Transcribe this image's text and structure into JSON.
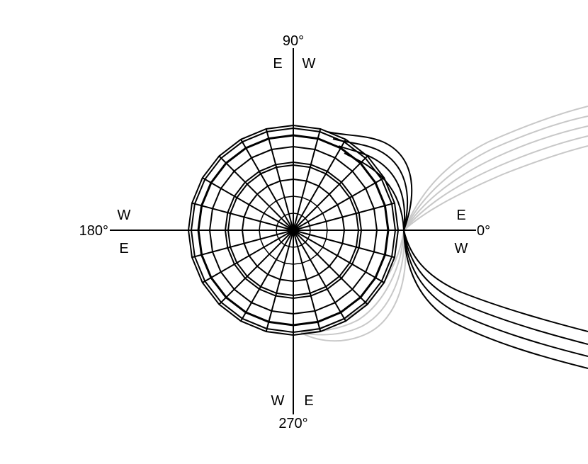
{
  "diagram": {
    "axis_labels": {
      "top": "90°",
      "bottom": "270°",
      "left": "180°",
      "right": "0°"
    },
    "direction_labels": {
      "top_left": "E",
      "top_right": "W",
      "bottom_left": "W",
      "bottom_right": "E",
      "left_upper": "W",
      "left_lower": "E",
      "right_upper": "E",
      "right_lower": "W"
    },
    "colors": {
      "ink": "#000000",
      "faded_curves": "#c8c8c8",
      "background": "#ffffff"
    }
  }
}
